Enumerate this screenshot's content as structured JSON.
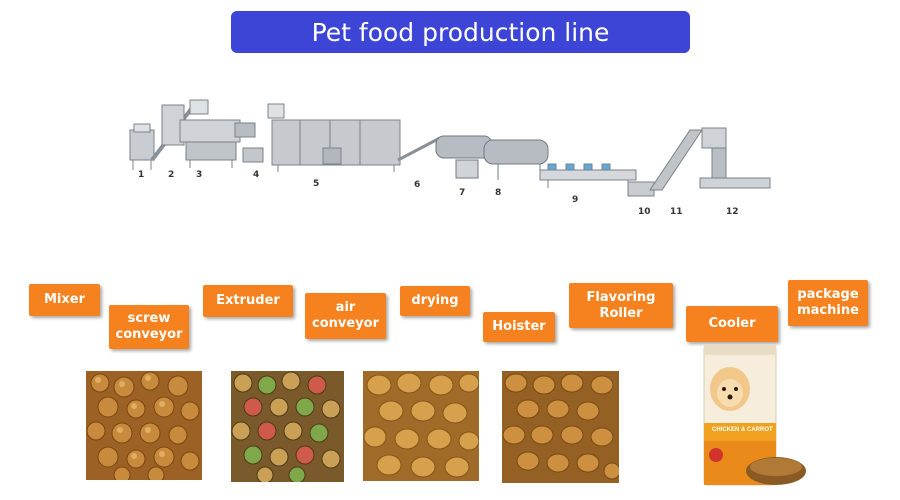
{
  "title": "Pet food production line",
  "machine_numbers": [
    "1",
    "2",
    "3",
    "4",
    "5",
    "6",
    "7",
    "8",
    "9",
    "10",
    "11",
    "12"
  ],
  "labels": {
    "mixer": "Mixer",
    "screw_conveyor": "screw\nconveyor",
    "extruder": "Extruder",
    "air_conveyor": "air\nconveyor",
    "drying": "drying",
    "hoister": "Hoister",
    "flavoring_roller": "Flavoring\nRoller",
    "cooler": "Cooler",
    "package_machine": "package\nmachine"
  },
  "package_text": "CHICKEN & CARROT",
  "colors": {
    "banner": "#3d45d6",
    "tag": "#f5821f",
    "kibble_brown": "#b8782e",
    "package_cream": "#f6eddc",
    "package_orange": "#f0a21e"
  }
}
